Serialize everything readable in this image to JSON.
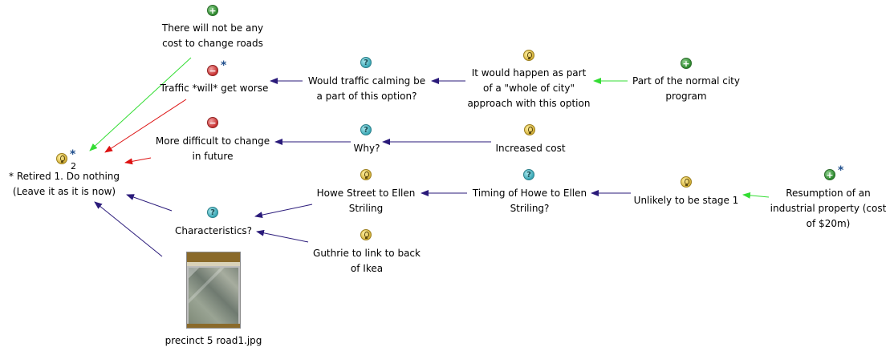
{
  "nodes": {
    "retired_do_nothing": {
      "label": "* Retired 1. Do nothing\n(Leave it as it is now)",
      "count": "2",
      "marker": "*",
      "icon": "idea-icon"
    },
    "no_cost": {
      "label": "There will not be any\ncost to change roads",
      "icon": "pro-icon"
    },
    "traffic_worse": {
      "label": "Traffic *will* get worse",
      "marker": "*",
      "icon": "con-icon"
    },
    "traffic_calming_question": {
      "label": "Would traffic calming be\na part of this option?",
      "icon": "question-icon"
    },
    "whole_of_city": {
      "label": "It would happen as part\nof a \"whole of city\"\napproach with this option",
      "icon": "idea-icon"
    },
    "normal_city_program": {
      "label": "Part of the normal city\nprogram",
      "icon": "pro-icon"
    },
    "more_difficult": {
      "label": "More difficult to change\nin future",
      "icon": "con-icon"
    },
    "why": {
      "label": "Why?",
      "icon": "question-icon"
    },
    "increased_cost": {
      "label": "Increased cost",
      "icon": "idea-icon"
    },
    "howe_to_ellen": {
      "label": "Howe Street to Ellen\nStriling",
      "icon": "idea-icon"
    },
    "timing_question": {
      "label": "Timing of Howe to Ellen\nStriling?",
      "icon": "question-icon"
    },
    "unlikely_stage1": {
      "label": "Unlikely to be stage 1",
      "icon": "idea-icon"
    },
    "resumption": {
      "label": "Resumption of an\nindustrial property (cost\nof $20m)",
      "marker": "*",
      "icon": "pro-icon"
    },
    "characteristics": {
      "label": "Characteristics?",
      "icon": "question-icon"
    },
    "guthrie": {
      "label": "Guthrie to link to back\nof Ikea",
      "icon": "idea-icon"
    },
    "precinct_image": {
      "label": "precinct 5 road1.jpg",
      "icon": "image-thumbnail"
    }
  },
  "colors": {
    "pro_link": "#33dd33",
    "con_link": "#dd1111",
    "neutral_link": "#2a1a7a",
    "marker": "#1f4e8c",
    "background": "#ffffff"
  }
}
